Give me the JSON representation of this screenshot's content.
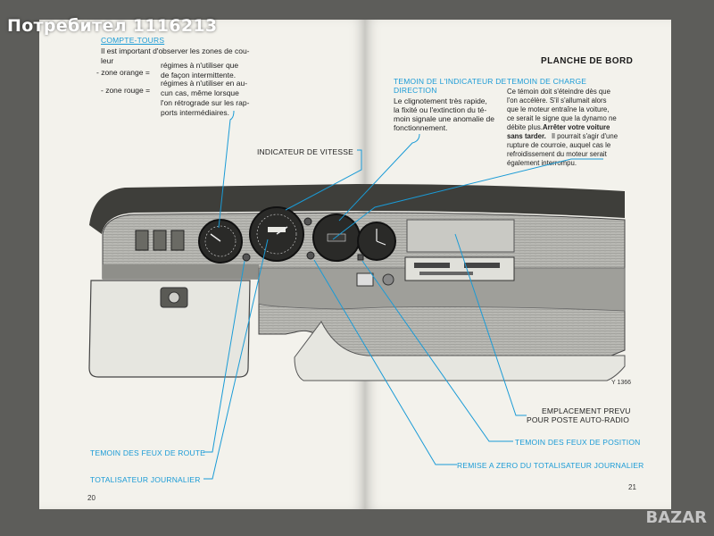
{
  "watermark": {
    "user": "Потребител 1116213",
    "brand": "BAZAR"
  },
  "left_page": {
    "section_title": "COMPTE-TOURS",
    "intro": [
      "Il est important d'observer les zones de cou-",
      "leur"
    ],
    "orange_zone": {
      "label": "- zone orange =",
      "text": [
        "régimes à n'utiliser que",
        "de façon intermittente."
      ]
    },
    "red_zone": {
      "label": "- zone rouge =",
      "text": [
        "régimes à n'utiliser en au-",
        "cun cas, même lorsque",
        "l'on rétrograde sur les rap-",
        "ports intermédiaires."
      ]
    },
    "label_speed": "INDICATEUR DE VITESSE",
    "label_highbeam": "TEMOIN DES FEUX DE ROUTE",
    "label_trip": "TOTALISATEUR JOURNALIER",
    "page_number": "20"
  },
  "right_page": {
    "heading": "PLANCHE DE BORD",
    "turn_indicator": {
      "title": [
        "TEMOIN DE L'INDICATEUR DE",
        "DIRECTION"
      ],
      "text": [
        "Le clignotement très rapide,",
        "la fixité ou l'extinction du té-",
        "moin signale une anomalie de",
        "fonctionnement."
      ]
    },
    "charge_light": {
      "title": "TEMOIN DE CHARGE",
      "text": [
        "Ce témoin doit s'éteindre dès que",
        "l'on accélère. S'il s'allumait alors",
        "que le moteur entraîne la voiture,",
        "ce serait le signe que la dynamo ne",
        "débite plus."
      ],
      "bold": [
        "Arrêter votre voiture",
        "sans tarder."
      ],
      "text2": [
        "Il pourrait s'agir d'une",
        "rupture de courroie, auquel cas le",
        "refroidissement du moteur serait",
        "également interrompu."
      ]
    },
    "figure_code": "Y 1366",
    "label_radio": [
      "EMPLACEMENT PREVU",
      "POUR POSTE AUTO-RADIO"
    ],
    "label_position": "TEMOIN DES FEUX DE POSITION",
    "label_reset": "REMISE A ZERO DU TOTALISATEUR JOURNALIER",
    "page_number": "21"
  },
  "colors": {
    "accent": "#1a9bd6",
    "paper": "#f3f2ec",
    "background": "#5d5d5a"
  }
}
